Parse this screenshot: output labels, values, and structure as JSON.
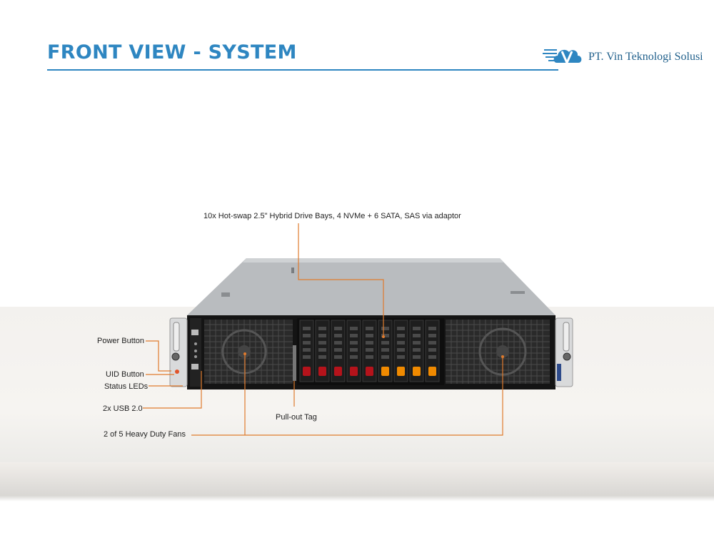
{
  "header": {
    "title": "FRONT VIEW - SYSTEM",
    "company": "PT. Vin Teknologi Solusi",
    "logo_icon": "cloud-v-logo-icon"
  },
  "callouts": {
    "drive_bays": "10x Hot-swap 2.5\" Hybrid Drive Bays, 4 NVMe + 6 SATA, SAS via adaptor",
    "power_button": "Power Button",
    "uid_button": "UID Button",
    "status_leds": "Status LEDs",
    "usb": "2x USB 2.0",
    "pull_out_tag": "Pull-out Tag",
    "fans": "2 of 5 Heavy Duty Fans"
  },
  "colors": {
    "accent": "#2e86c1",
    "leader": "#e07b2d",
    "chassis": "#1a1a1a",
    "drive_red": "#b5131b",
    "drive_orange": "#f08a00"
  },
  "drive_tabs": [
    "red",
    "red",
    "red",
    "red",
    "red",
    "orange",
    "orange",
    "orange",
    "orange"
  ]
}
